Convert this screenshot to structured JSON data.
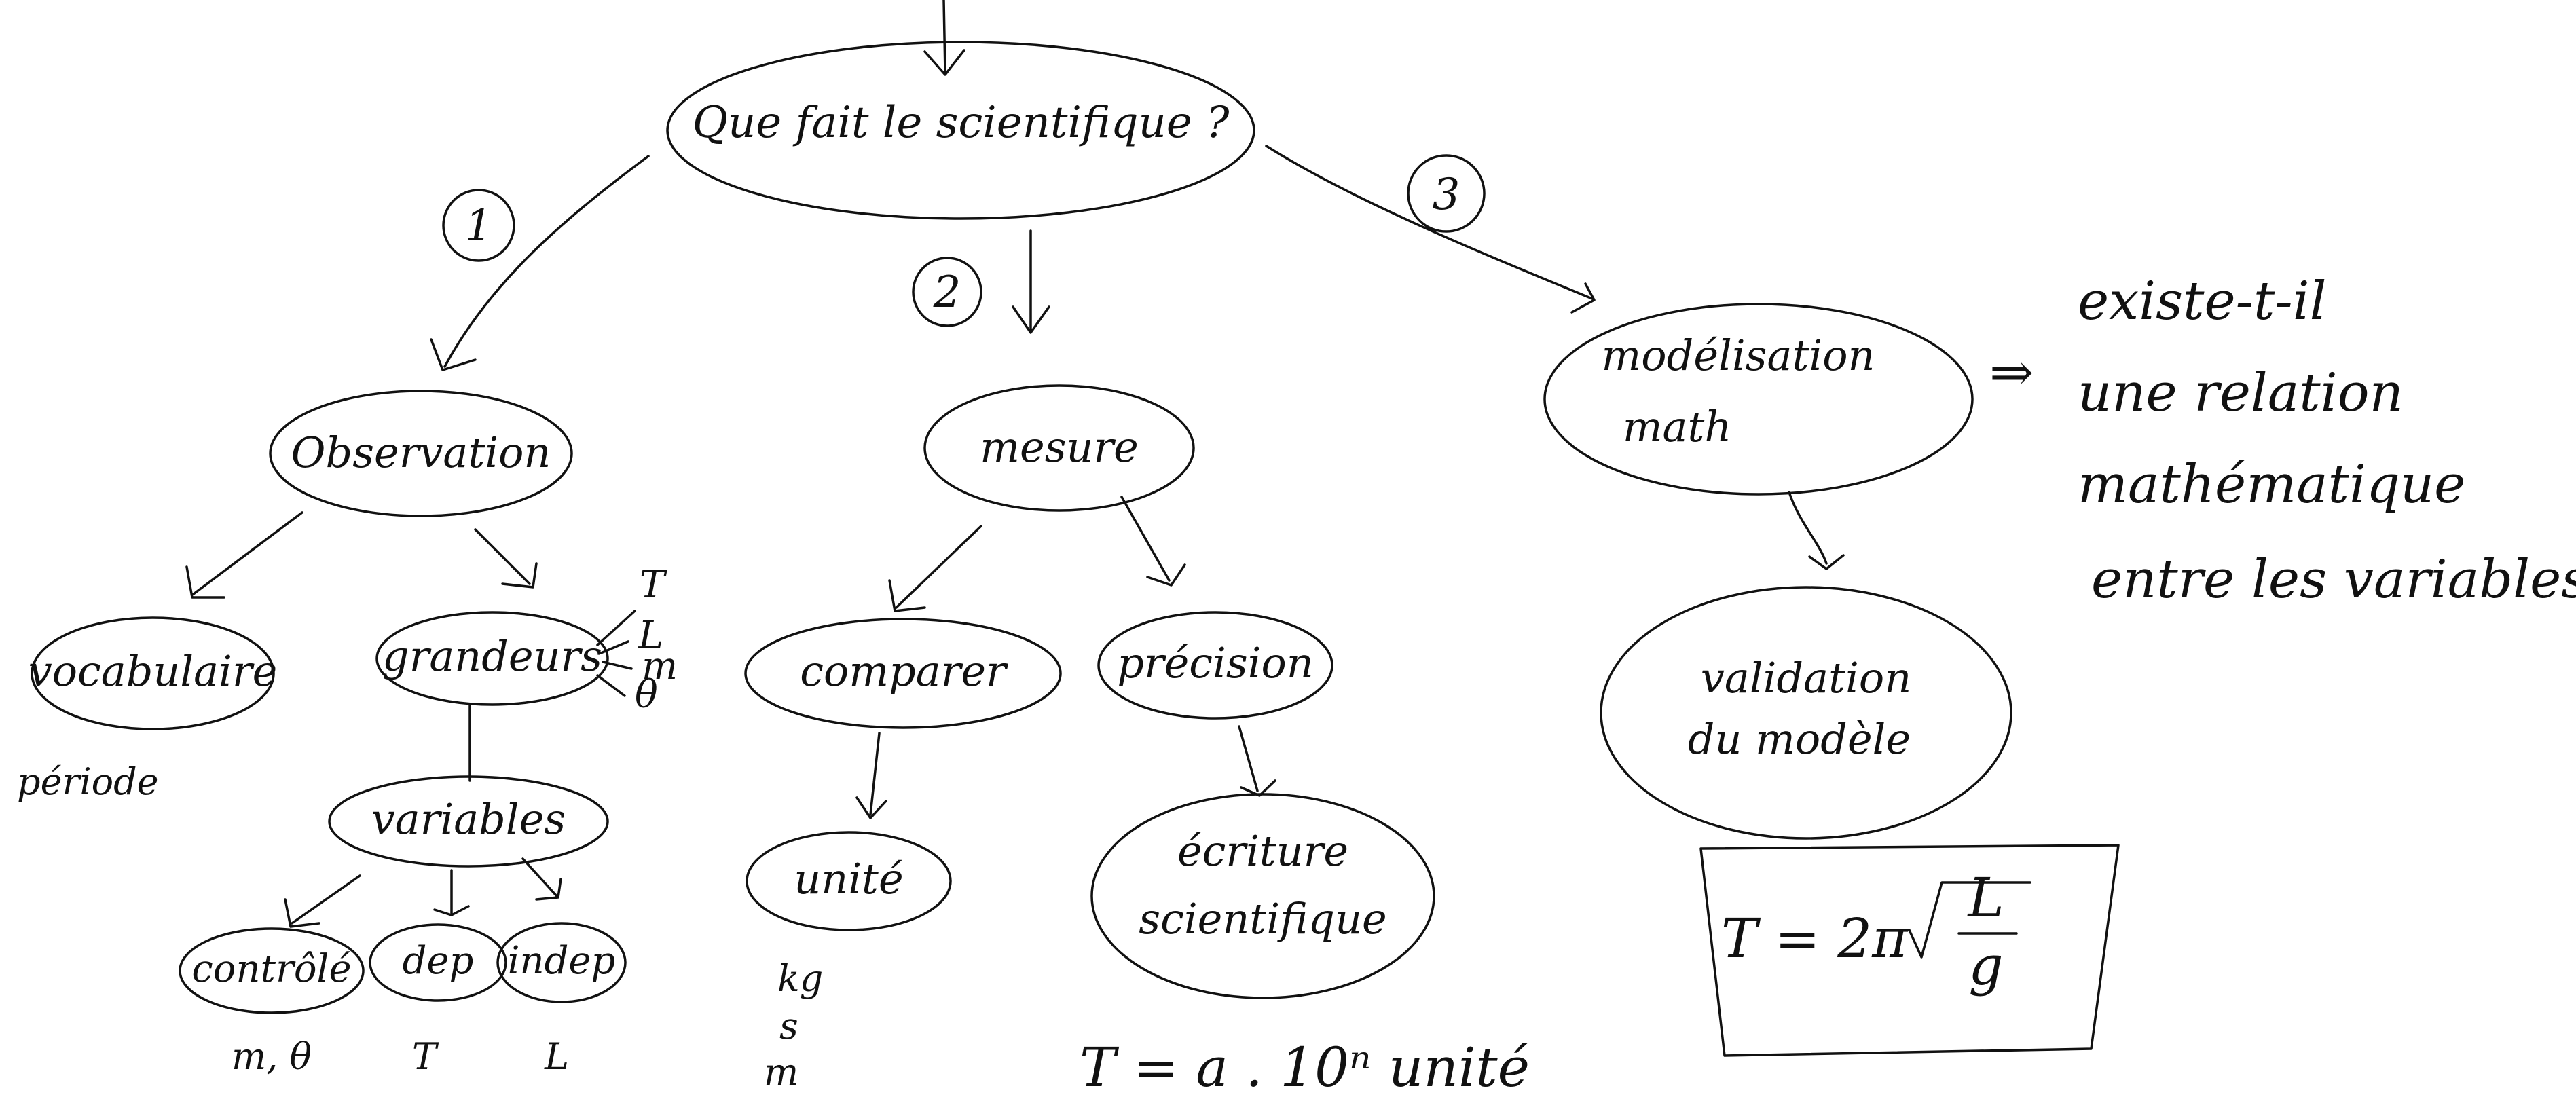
{
  "root": {
    "label": "Que fait le scientifique ?"
  },
  "branches": [
    {
      "badge": "1"
    },
    {
      "badge": "2"
    },
    {
      "badge": "3"
    }
  ],
  "nodes": {
    "observation": "Observation",
    "mesure": "mesure",
    "modelisation_line1": "modélisation",
    "modelisation_line2": "math",
    "vocabulaire": "vocabulaire",
    "grandeurs": "grandeurs",
    "variables": "variables",
    "controle": "contrôlé",
    "dep": "dep",
    "indep": "indep",
    "comparer": "comparer",
    "precision": "précision",
    "unite": "unité",
    "ecriture_line1": "écriture",
    "ecriture_line2": "scientifique",
    "validation_line1": "validation",
    "validation_line2": "du modèle"
  },
  "notes": {
    "periode": "période",
    "grandeur_T": "T",
    "grandeur_L": "L",
    "grandeur_m": "m",
    "grandeur_theta": "θ",
    "controle_vars": "m, θ",
    "dep_var": "T",
    "indep_var": "L",
    "unit_kg": "kg",
    "unit_s": "s",
    "unit_m": "m",
    "sci_notation": "T = a . 10ⁿ unité",
    "formula_left": "T = 2π",
    "formula_num": "L",
    "formula_den": "g",
    "question_arrow": "⇒",
    "question_line1": "existe-t-il",
    "question_line2": "une relation",
    "question_line3": "mathématique",
    "question_line4": "entre les variables ?"
  }
}
